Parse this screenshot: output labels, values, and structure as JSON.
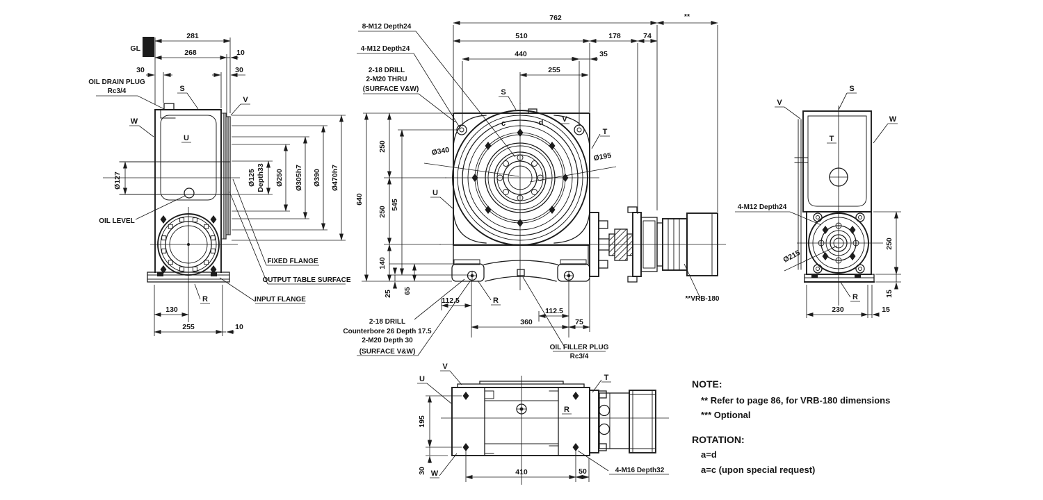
{
  "left_view": {
    "gl": "GL",
    "dim_281": "281",
    "dim_268": "268",
    "dim_10_top": "10",
    "dim_30_left": "30",
    "dim_30_right": "30",
    "oil_drain_line1": "OIL DRAIN PLUG",
    "oil_drain_line2": "Rc3/4",
    "label_s": "S",
    "label_v": "V",
    "label_w": "W",
    "label_u": "U",
    "label_r": "R",
    "dia_127": "Ø127",
    "dia_125": "Ø125",
    "dia_125_depth": "Depth33",
    "dia_250": "Ø250",
    "dia_305": "Ø305h7",
    "dia_390": "Ø390",
    "dia_470": "Ø470h7",
    "oil_level": "OIL LEVEL",
    "fixed_flange": "FIXED FLANGE",
    "output_table_surface": "OUTPUT TABLE SURFACE",
    "input_flange": "INPUT FLANGE",
    "dim_130": "130",
    "dim_255": "255",
    "dim_10_bottom": "10"
  },
  "front_view": {
    "callout_8m12": "8-M12 Depth24",
    "callout_4m12": "4-M12 Depth24",
    "drill_line1": "2-18 DRILL",
    "drill_line2": "2-M20 THRU",
    "drill_line3": "(SURFACE V&W)",
    "dim_762": "762",
    "dim_asterisks": "**",
    "dim_510": "510",
    "dim_178": "178",
    "dim_74": "74",
    "dim_440": "440",
    "dim_35": "35",
    "dim_255": "255",
    "dim_640": "640",
    "dim_250_top": "250",
    "dim_250_bottom": "250",
    "dim_140": "140",
    "dim_545": "545",
    "dim_25": "25",
    "dim_65": "65",
    "dim_112_5_left": "112.5",
    "dim_112_5_right": "112.5",
    "dim_360": "360",
    "dim_75": "75",
    "label_s": "S",
    "label_v": "V",
    "label_t": "T",
    "label_u": "U",
    "label_r": "R",
    "label_c": "c",
    "label_d": "d",
    "dia_340": "Ø340",
    "dia_195": "Ø195",
    "cbore_line1": "2-18 DRILL",
    "cbore_line2": "Counterbore 26 Depth 17.5",
    "cbore_line3": "2-M20 Depth 30",
    "cbore_line4": "(SURFACE V&W)",
    "oil_filler_line1": "OIL FILLER PLUG",
    "oil_filler_line2": "Rc3/4",
    "vrb_label": "**VRB-180"
  },
  "right_view": {
    "label_v": "V",
    "label_s": "S",
    "label_w": "W",
    "label_t": "T",
    "label_r": "R",
    "callout_4m12": "4-M12 Depth24",
    "dia_215": "Ø215",
    "dim_250": "250",
    "dim_15_side": "15",
    "dim_230": "230",
    "dim_15_bottom": "15"
  },
  "bottom_view": {
    "label_v": "V",
    "label_u": "U",
    "label_t": "T",
    "label_r": "R",
    "label_w": "W",
    "dim_195": "195",
    "dim_30": "30",
    "dim_410": "410",
    "dim_50": "50",
    "callout_4m16": "4-M16 Depth32"
  },
  "notes": {
    "note_title": "NOTE:",
    "note_ref": "** Refer to page 86, for VRB-180 dimensions",
    "note_optional": "*** Optional",
    "rotation_title": "ROTATION:",
    "rotation_a": "a=d",
    "rotation_b": "a=c (upon special request)"
  }
}
